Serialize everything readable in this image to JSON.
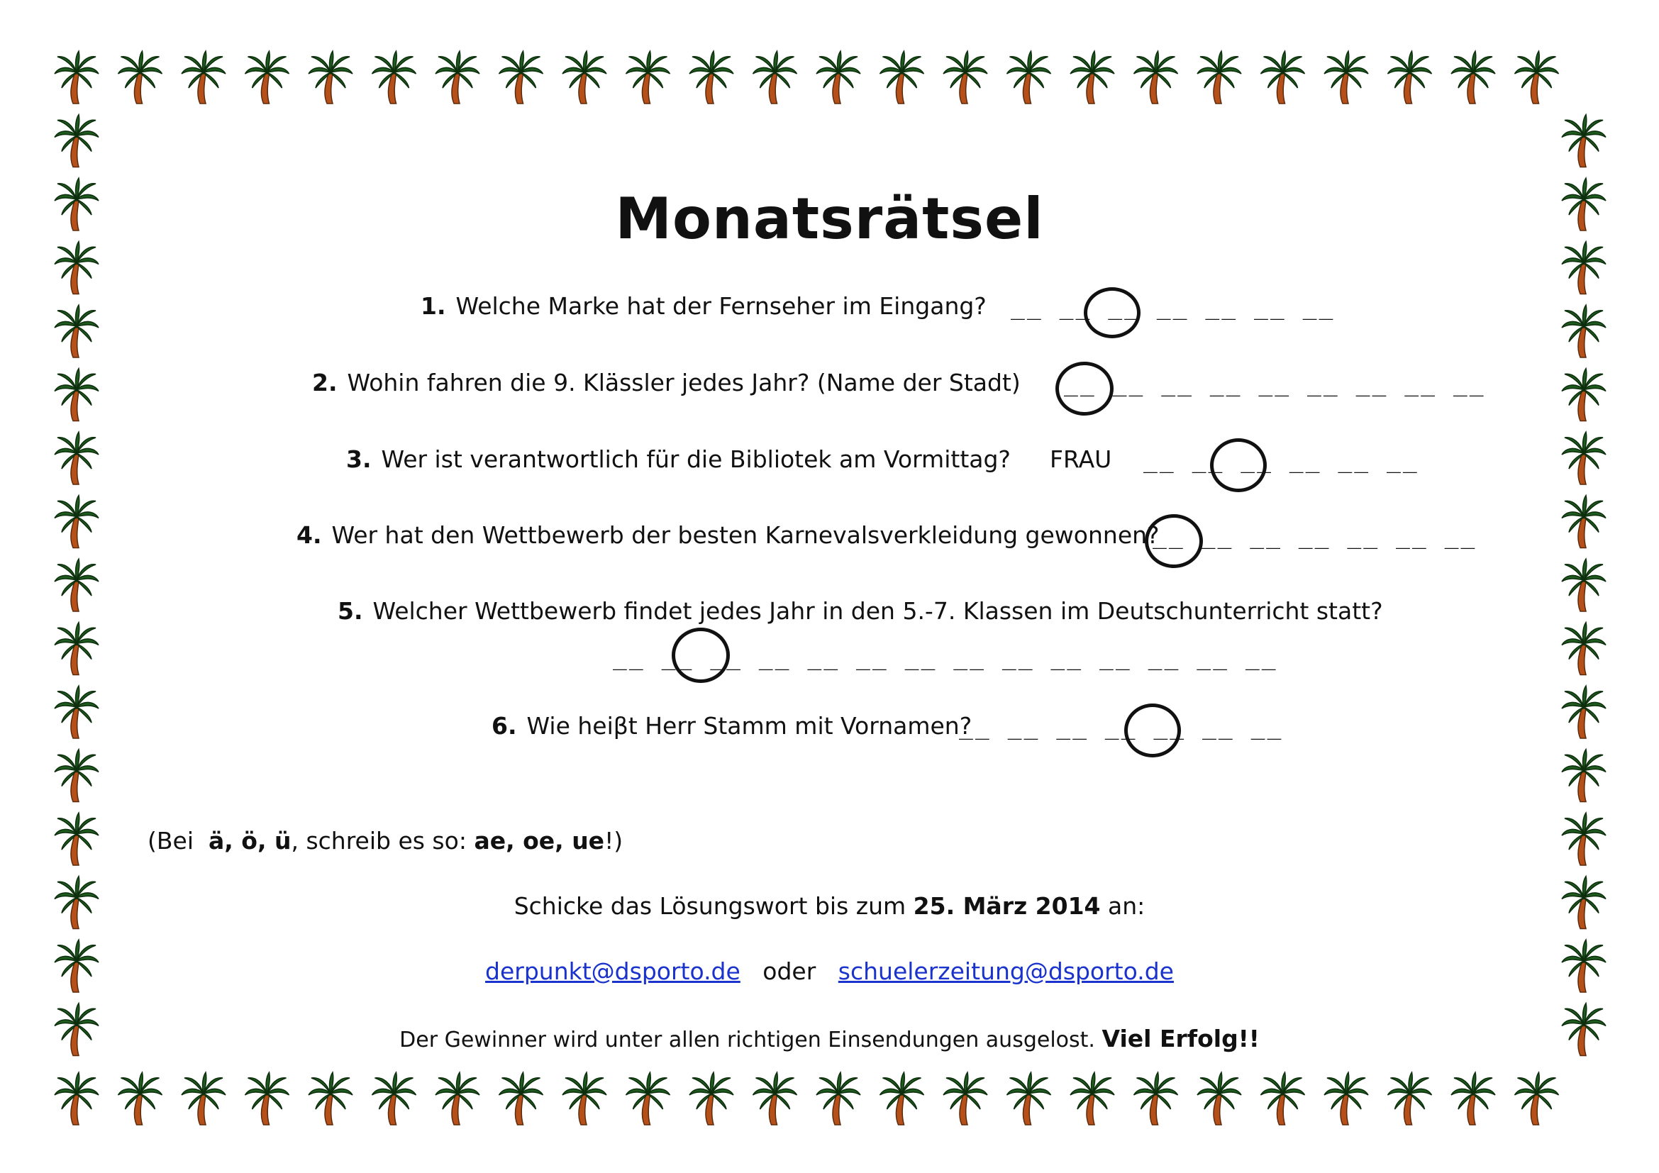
{
  "title": "Monatsrätsel",
  "questions": [
    {
      "num": "1.",
      "text": "Welche Marke hat der Fernseher im Eingang?",
      "prefix": "",
      "blanks": "__ __ __ __ __ __ __"
    },
    {
      "num": "2.",
      "text": "Wohin fahren die 9. Klässler jedes Jahr? (Name der Stadt)",
      "prefix": "",
      "blanks": "__ __ __ __ __ __ __ __ __"
    },
    {
      "num": "3.",
      "text": "Wer ist verantwortlich für die Bibliotek am Vormittag?",
      "prefix": "FRAU",
      "blanks": "__ __ __ __ __ __"
    },
    {
      "num": "4.",
      "text": "Wer hat den Wettbewerb der besten Karnevalsverkleidung gewonnen?",
      "prefix": "",
      "blanks": "__ __ __ __ __ __ __"
    },
    {
      "num": "5.",
      "text": "Welcher Wettbewerb findet jedes Jahr in den 5.-7. Klassen im Deutschunterricht statt?",
      "prefix": "",
      "blanks": "__ __ __ __ __ __ __ __ __ __ __ __ __ __"
    },
    {
      "num": "6.",
      "text": "Wie heiβt Herr Stamm mit Vornamen?",
      "prefix": "",
      "blanks": "__ __ __ __ __ __ __"
    }
  ],
  "hint": {
    "open": "(Bei",
    "chars": "ä, ö, ü",
    "mid": ", schreib es so: ",
    "repl": "ae, oe, ue",
    "close": "!)"
  },
  "send": {
    "pre": "Schicke das Lösungswort bis zum",
    "date": "25. März 2014",
    "post": "an:"
  },
  "emails": {
    "first": "derpunkt@dsporto.de",
    "or": "oder",
    "second": "schuelerzeitung@dsporto.de"
  },
  "closing": {
    "text": "Der Gewinner wird unter allen richtigen Einsendungen ausgelost.",
    "bold": "Viel Erfolg!!"
  },
  "colors": {
    "palm_leaf": "#1f5a1f",
    "palm_trunk": "#b5501a",
    "link": "#1a33cc"
  },
  "border_icon": "palm-tree-icon"
}
